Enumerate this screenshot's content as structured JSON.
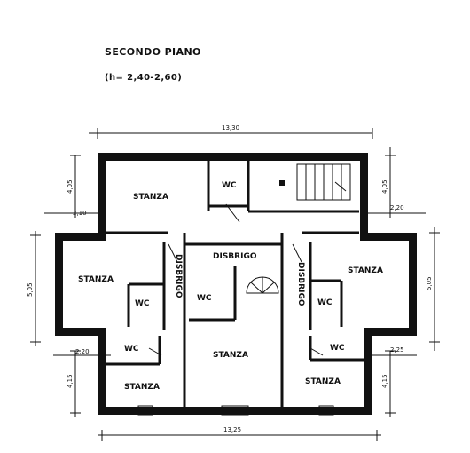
{
  "header": {
    "title": "SECONDO PIANO",
    "height_note": "(h= 2,40-2,60)"
  },
  "rooms": {
    "stanza_top": "STANZA",
    "wc_top": "WC",
    "stanza_left": "STANZA",
    "wc_left_inner": "WC",
    "disbrigo_left": "DISBRIGO",
    "wc_left_lower": "WC",
    "stanza_left_bottom": "STANZA",
    "disbrigo_center": "DISBRIGO",
    "wc_center": "WC",
    "stanza_center": "STANZA",
    "disbrigo_right": "DISBRIGO",
    "stanza_right": "STANZA",
    "wc_right_inner": "WC",
    "wc_right_lower": "WC",
    "stanza_right_bottom": "STANZA"
  },
  "dimensions": {
    "top_total": "13,30",
    "bottom_total": "13,25",
    "left_upper": "4,05",
    "left_offset_top": "2,10",
    "left_middle": "5,05",
    "left_offset_bottom": "2,20",
    "left_lower": "4,15",
    "right_upper": "4,05",
    "right_offset_top": "2,20",
    "right_middle": "5,05",
    "right_offset_bottom": "2,25",
    "right_lower": "4,15"
  }
}
